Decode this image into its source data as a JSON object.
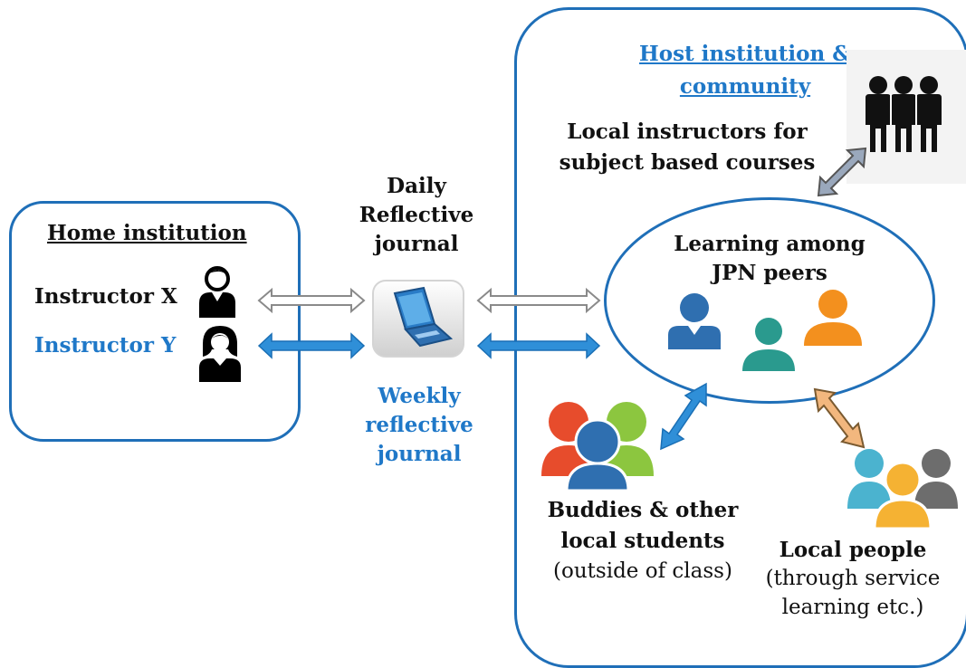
{
  "home": {
    "title": "Home institution",
    "instructor_x": "Instructor X",
    "instructor_y": "Instructor Y"
  },
  "journals": {
    "daily_line1": "Daily",
    "daily_line2": "Reflective",
    "daily_line3": "journal",
    "weekly_line1": "Weekly",
    "weekly_line2": "reflective",
    "weekly_line3": "journal"
  },
  "host": {
    "title_line1": "Host institution &",
    "title_line2": "community",
    "local_instructors_line1": "Local instructors for",
    "local_instructors_line2": "subject based courses",
    "peers_line1": "Learning among",
    "peers_line2": "JPN peers",
    "buddies_line1": "Buddies & other",
    "buddies_line2": "local students",
    "buddies_line3": "(outside of class)",
    "locals_line1": "Local people",
    "locals_line2": "(through service",
    "locals_line3": "learning etc.)"
  },
  "colors": {
    "border_blue": "#1f6fb8",
    "arrow_blue": "#2f8fd8",
    "arrow_gray": "#8a8a8a",
    "arrow_slate": "#9aa8bc",
    "arrow_orange": "#f2b77e",
    "person_blue": "#2f6fb0",
    "person_teal": "#2a9a8e",
    "person_orange": "#f3901e",
    "person_red": "#e74c2c",
    "person_green": "#8cc63f",
    "person_lightblue": "#4bb3cf",
    "person_yellow": "#f5b233",
    "person_gray": "#6d6d6d"
  },
  "icons": [
    "person-x-icon",
    "person-y-icon",
    "laptop-icon",
    "group-black-icon",
    "peer-blue-icon",
    "peer-teal-icon",
    "peer-orange-icon",
    "buddies-group-icon",
    "local-people-group-icon"
  ]
}
